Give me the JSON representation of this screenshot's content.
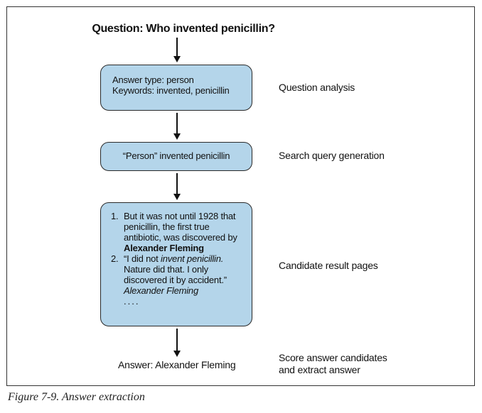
{
  "question": "Question: Who invented penicillin?",
  "steps": [
    {
      "lines": [
        "Answer type: person",
        "Keywords: invented, penicillin"
      ],
      "label": "Question analysis"
    },
    {
      "lines": [
        "“Person” invented penicillin"
      ],
      "label": "Search query generation"
    },
    {
      "items": [
        {
          "number": "1.",
          "text": "But it was not until 1928 that penicillin, the first true antibiotic, was discovered by",
          "emphasis": "Alexander Fleming"
        },
        {
          "number": "2.",
          "text_start": "“I did not",
          "italic": "invent penicillin.",
          "text_end": "Nature did that. I only discovered it by accident.”",
          "attribution": "Alexander Fleming"
        }
      ],
      "ellipsis": "....",
      "label": "Candidate result pages"
    }
  ],
  "answer": "Answer: Alexander Fleming",
  "final_label": [
    "Score answer candidates",
    "and extract answer"
  ],
  "caption": "Figure 7-9. Answer extraction",
  "colors": {
    "box_fill": "#b4d5ea",
    "stroke": "#2a2a2a"
  }
}
